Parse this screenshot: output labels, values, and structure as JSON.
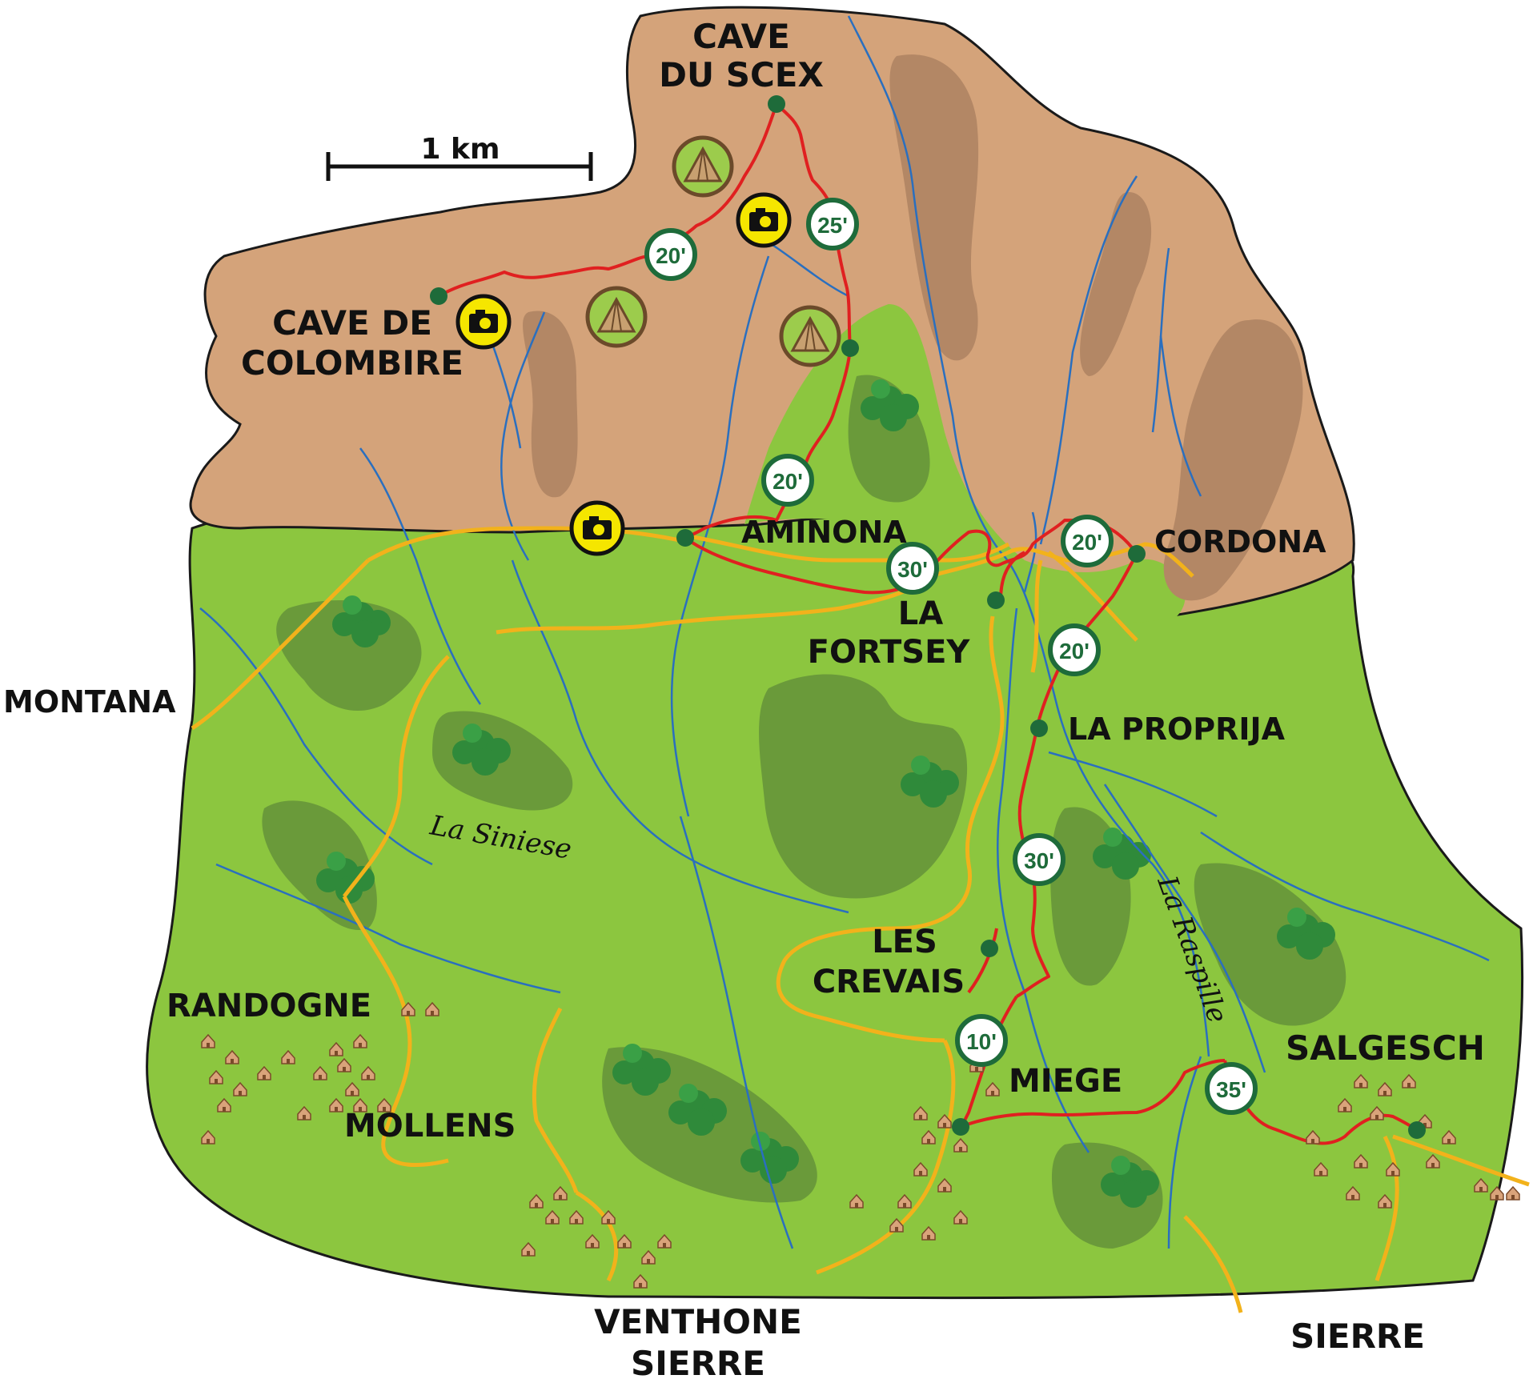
{
  "map": {
    "scale_label": "1 km",
    "colors": {
      "rock": "#d4a37a",
      "rock_dark": "#b38765",
      "meadow": "#8cc63f",
      "forest_dark": "#6a9a3a",
      "trees": "#2f8a3a",
      "river": "#2a6fbf",
      "trail": "#e02020",
      "road": "#f2b21b",
      "waypoint": "#1e6b3a",
      "camera": "#f5e600",
      "tent": "#9ccc4c",
      "house": "#d9a37a"
    },
    "places": {
      "cave_du_scex": [
        "CAVE",
        "DU SCEX"
      ],
      "cave_de_colombire": [
        "CAVE DE",
        "COLOMBIRE"
      ],
      "aminona": "AMINONA",
      "cordona": "CORDONA",
      "la_fortsey": [
        "LA",
        "FORTSEY"
      ],
      "la_proprija": "LA PROPRIJA",
      "montana": "MONTANA",
      "la_siniese": "La Siniese",
      "les_crevais": [
        "LES",
        "CREVAIS"
      ],
      "la_raspille": "La Raspille",
      "randogne": "RANDOGNE",
      "mollens": "MOLLENS",
      "miege": "MIEGE",
      "salgesch": "SALGESCH",
      "venthone_sierre": [
        "VENTHONE",
        "SIERRE"
      ],
      "sierre": "SIERRE"
    },
    "durations": {
      "colombire_to_scex": "20'",
      "scex_descent": "25'",
      "to_aminona": "20'",
      "aminona_to_fortsey": "30'",
      "to_cordona": "20'",
      "cordona_to_proprija": "20'",
      "proprija_to_crevais": "30'",
      "crevais_to_miege": "10'",
      "miege_to_salgesch": "35'"
    },
    "icons": {
      "camera": "camera-icon",
      "tent": "tent-icon",
      "house": "house-icon",
      "waypoint": "waypoint-marker"
    }
  }
}
